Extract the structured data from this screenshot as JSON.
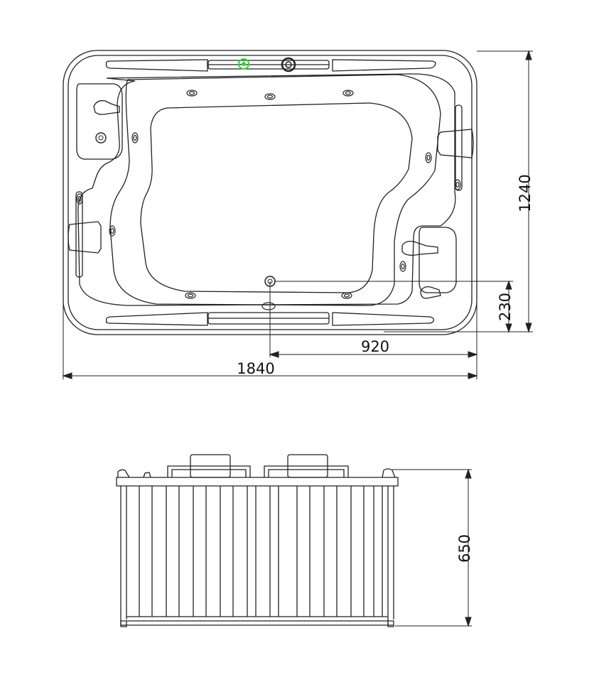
{
  "drawing": {
    "top_view": {
      "dimensions": {
        "overall_length": "1840",
        "overall_width": "1240",
        "drain_offset_x": "920",
        "drain_offset_y": "230"
      }
    },
    "side_view": {
      "dimensions": {
        "height": "650"
      }
    },
    "colors": {
      "line": "#222222",
      "accent_green": "#3bd13b"
    }
  }
}
